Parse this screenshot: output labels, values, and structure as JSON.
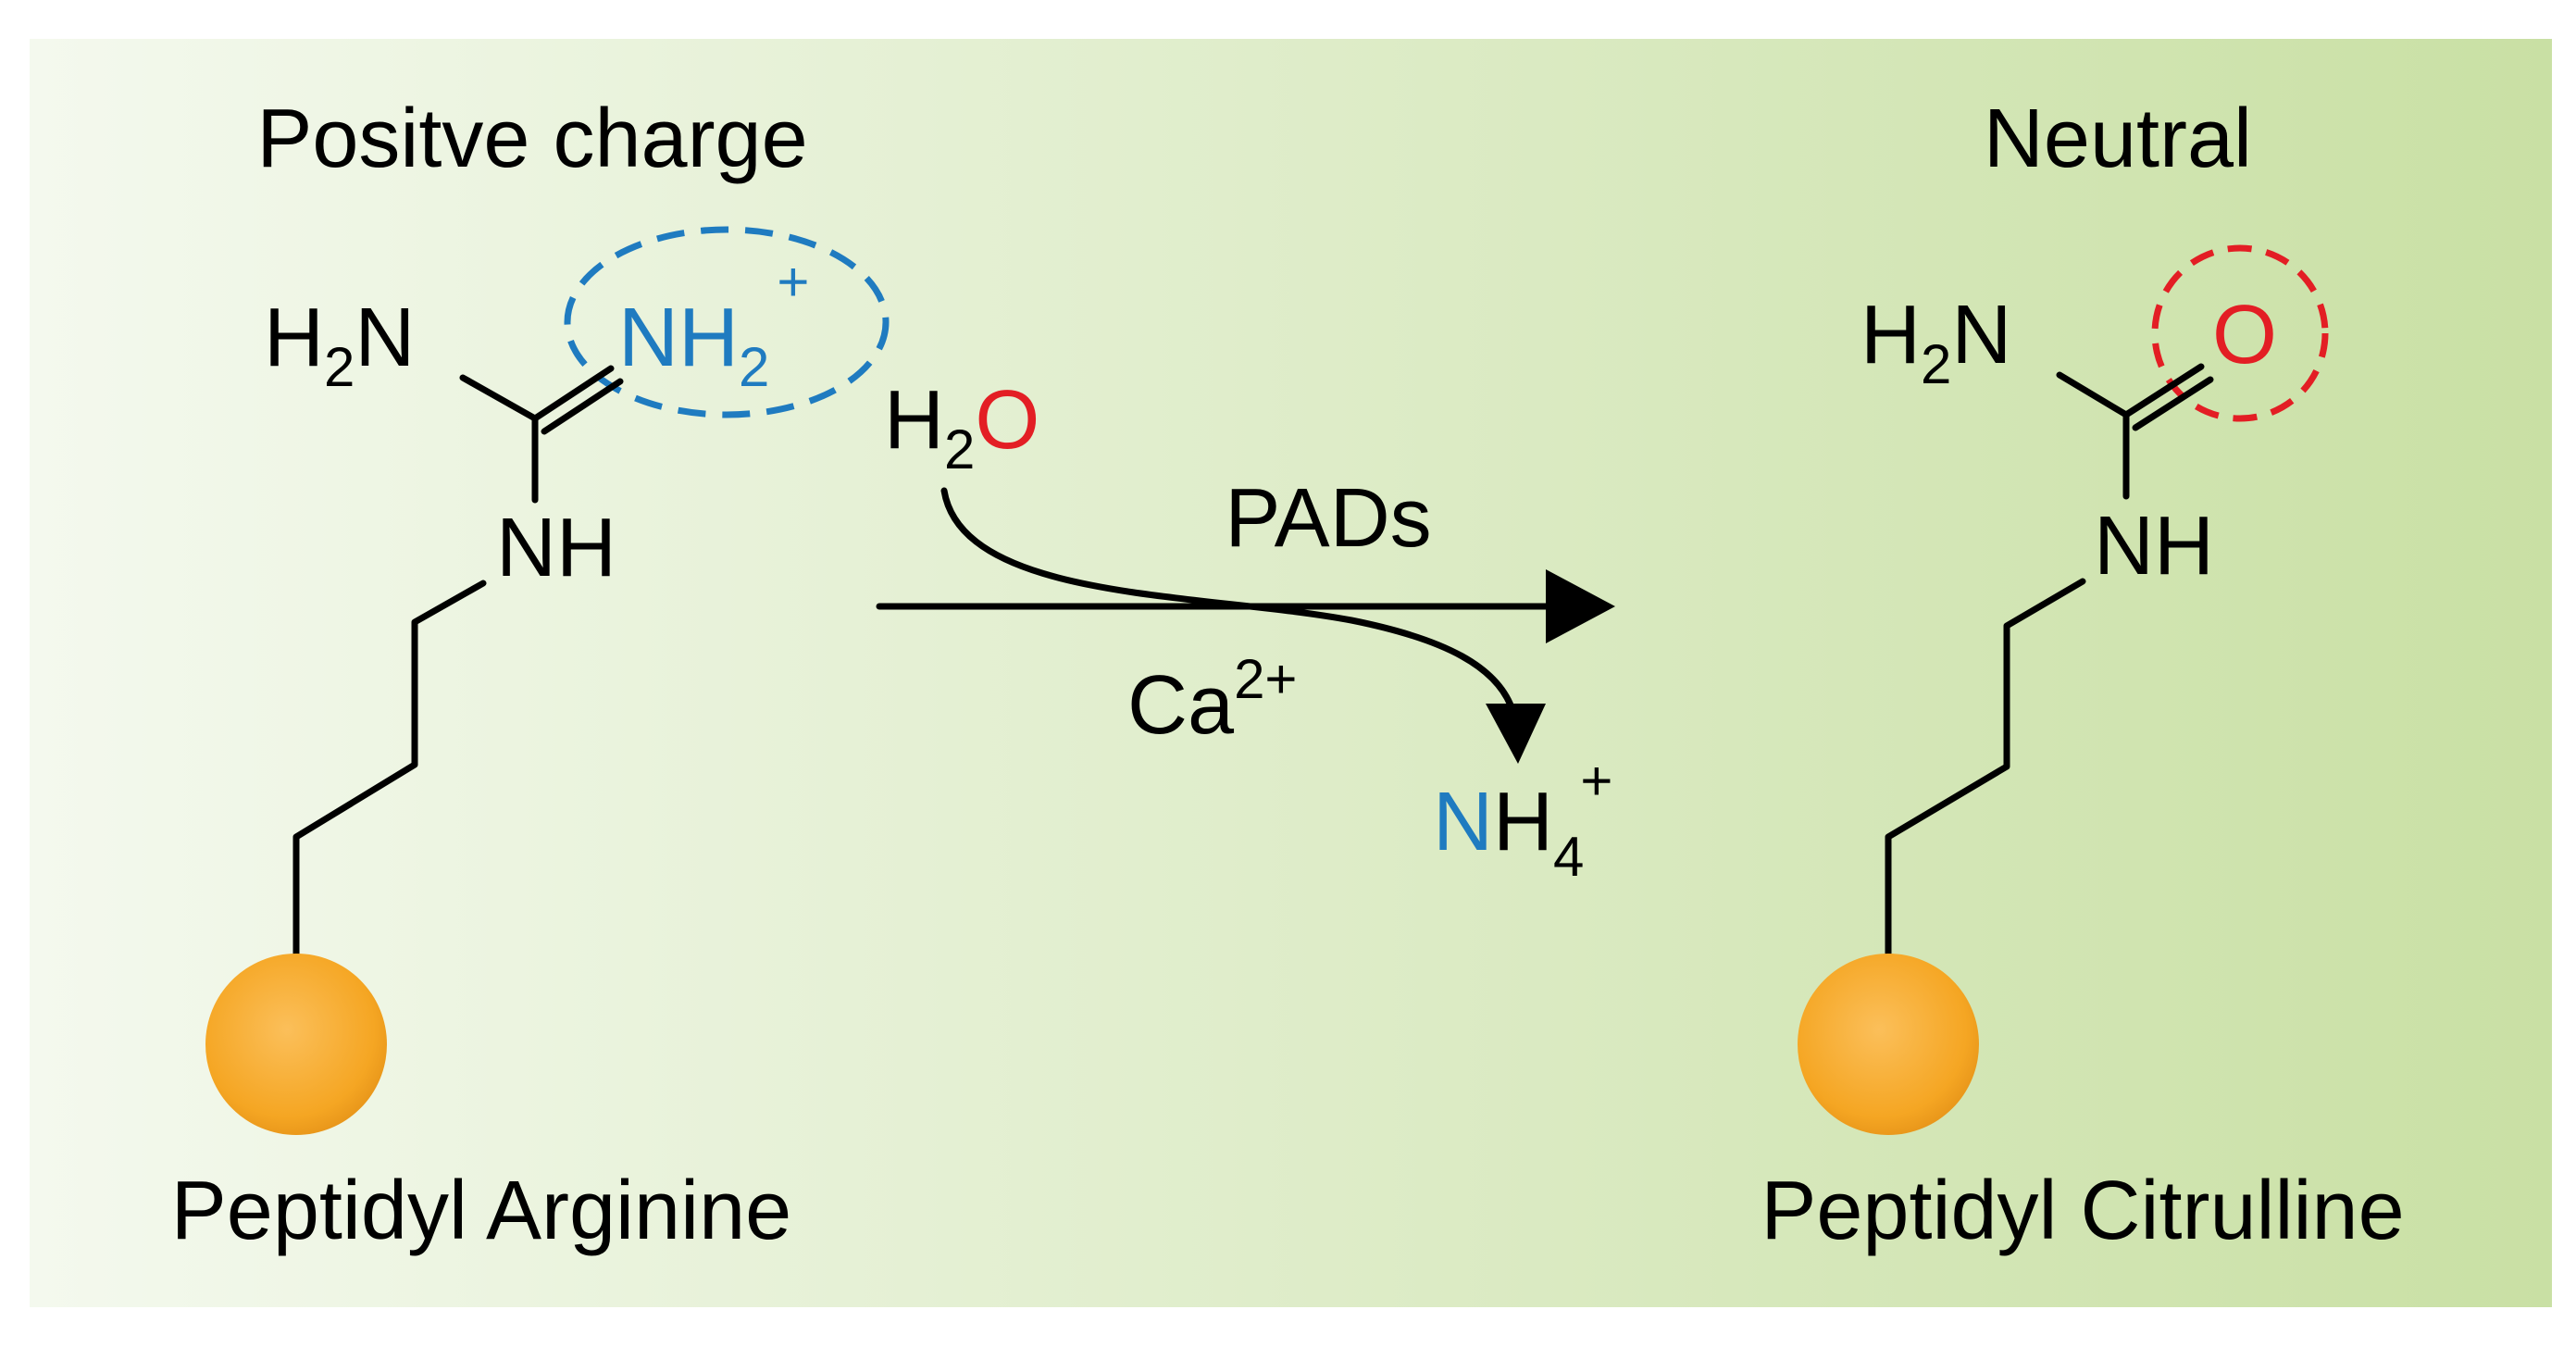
{
  "colors": {
    "panel_start": "#f4f9ee",
    "panel_end": "#c9e0a4",
    "positive_highlight": "#1f7bc0",
    "oxygen_highlight": "#e31e24",
    "peptide_bead": "#f5a623",
    "bond": "#000000"
  },
  "left": {
    "charge_label": "Positve charge",
    "name": "Peptidyl Arginine",
    "h2n_main": "H",
    "h2n_sub": "2",
    "h2n_tail": "N",
    "nh2_main": "NH",
    "nh2_sub": "2",
    "nh2_sup": "+",
    "nh": "NH"
  },
  "reaction": {
    "water_h": "H",
    "water_sub": "2",
    "water_o": "O",
    "enzyme": "PADs",
    "cofactor_main": "Ca",
    "cofactor_sup": "2+",
    "ammonium_n": "N",
    "ammonium_h": "H",
    "ammonium_sub": "4",
    "ammonium_sup": "+"
  },
  "right": {
    "charge_label": "Neutral",
    "name": "Peptidyl Citrulline",
    "h2n_main": "H",
    "h2n_sub": "2",
    "h2n_tail": "N",
    "oxygen": "O",
    "nh": "NH"
  }
}
